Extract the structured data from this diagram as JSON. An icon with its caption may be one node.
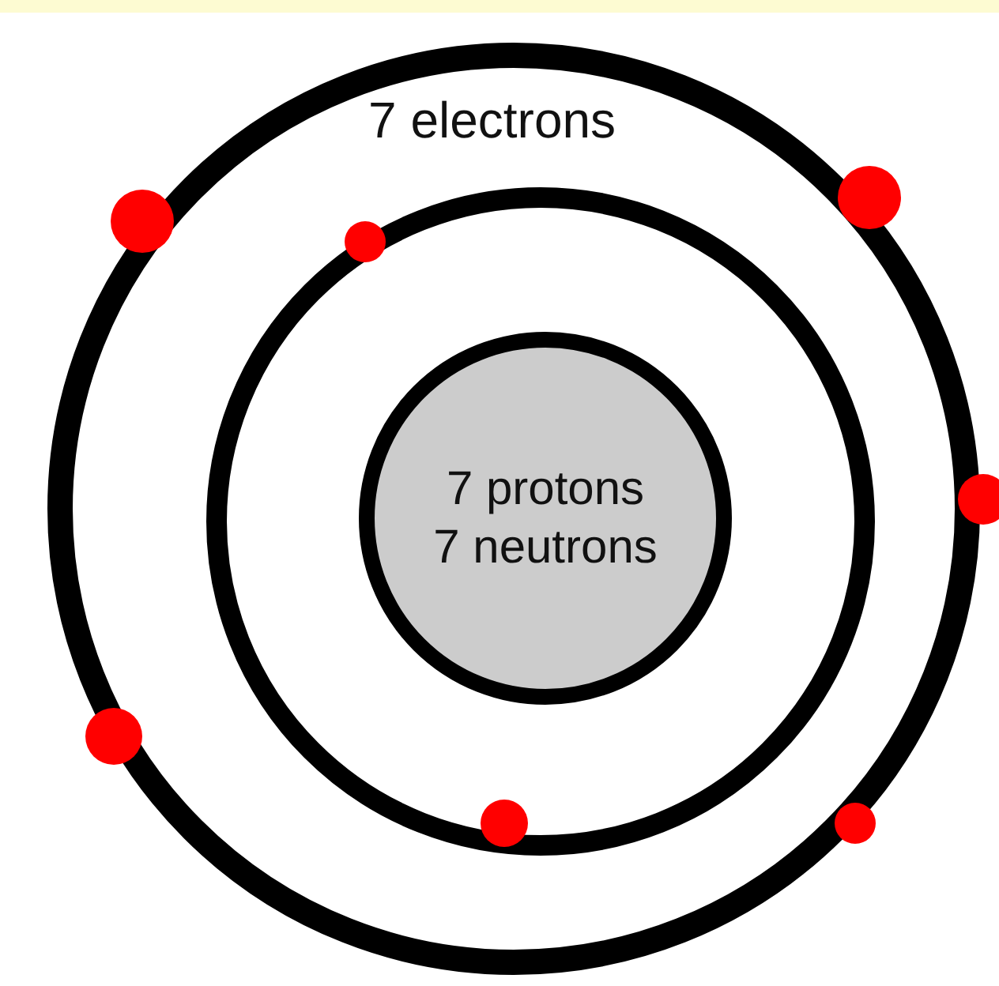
{
  "diagram": {
    "nodes": [
      {
        "text": [
          "7 protons",
          "7 neutrons"
        ]
      }
    ],
    "labels": [
      "7 electrons"
    ]
  }
}
